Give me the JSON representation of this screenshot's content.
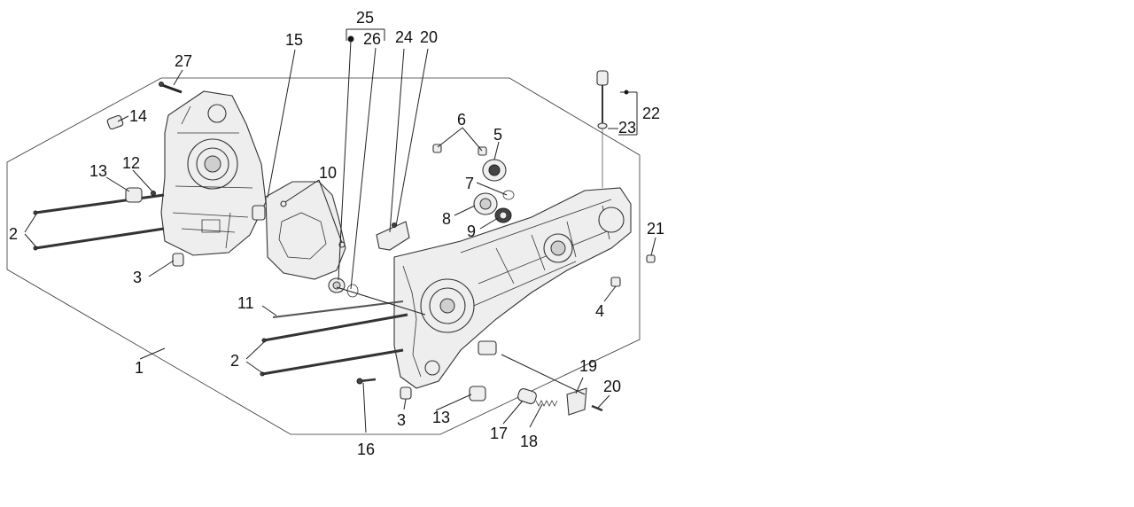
{
  "diagram": {
    "callouts": {
      "c1": "1",
      "c2a": "2",
      "c2b": "2",
      "c3a": "3",
      "c3b": "3",
      "c4": "4",
      "c5": "5",
      "c6": "6",
      "c7": "7",
      "c8": "8",
      "c9": "9",
      "c10": "10",
      "c11": "11",
      "c12": "12",
      "c13a": "13",
      "c13b": "13",
      "c14": "14",
      "c15": "15",
      "c16": "16",
      "c17": "17",
      "c18": "18",
      "c19": "19",
      "c20a": "20",
      "c20b": "20",
      "c21": "21",
      "c22": "22",
      "c23": "23",
      "c24": "24",
      "c25": "25",
      "c26": "26",
      "c27": "27"
    }
  }
}
